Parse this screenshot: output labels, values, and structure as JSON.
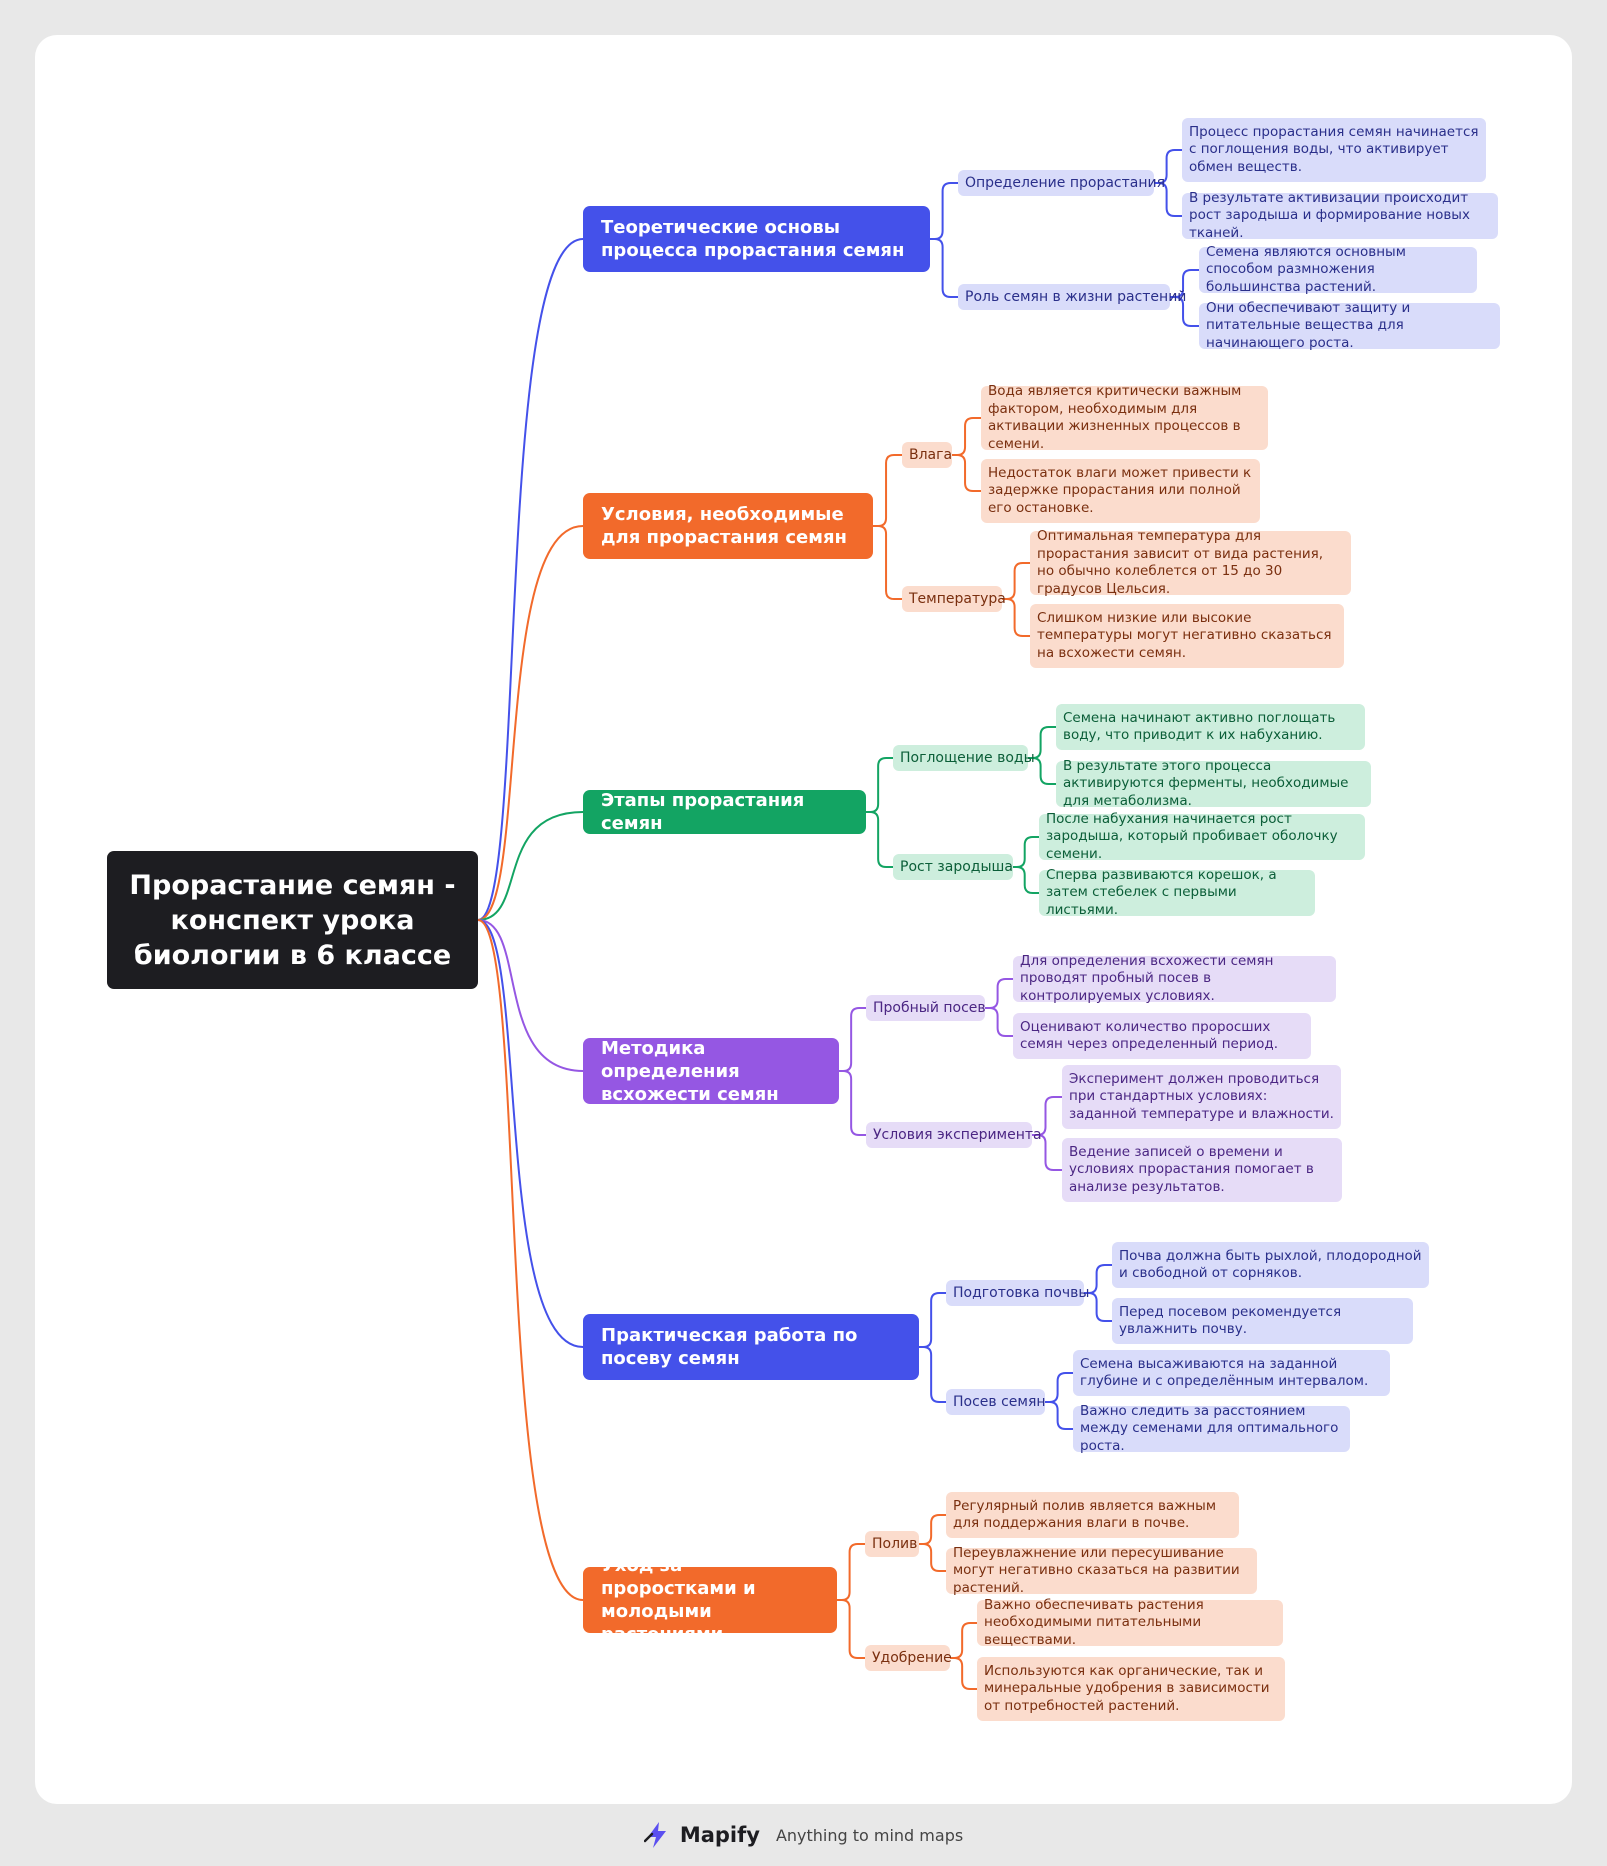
{
  "colors": {
    "blue": "#4451ea",
    "blue_light": "#d9dcfa",
    "blue_text": "#2a2f8a",
    "orange": "#f26a2b",
    "orange_light": "#fbdccd",
    "orange_text": "#7a2f0f",
    "green": "#13a463",
    "green_light": "#cdeedd",
    "green_text": "#0b5e38",
    "purple": "#9557e3",
    "purple_light": "#e6dcf7",
    "purple_text": "#4b2683",
    "root": "#1d1d21"
  },
  "root": {
    "title": "Прорастание семян - конспект урока биологии в 6 классе"
  },
  "branches": [
    {
      "title": "Теоретические основы процесса прорастания семян",
      "color": "blue",
      "subs": [
        {
          "title": "Определение прорастания",
          "leaves": [
            "Процесс прорастания семян начинается с поглощения воды, что активирует обмен веществ.",
            "В результате активизации происходит рост зародыша и формирование новых тканей."
          ]
        },
        {
          "title": "Роль семян в жизни растений",
          "leaves": [
            "Семена являются основным способом размножения большинства растений.",
            "Они обеспечивают защиту и питательные вещества для начинающего роста."
          ]
        }
      ]
    },
    {
      "title": "Условия, необходимые для прорастания семян",
      "color": "orange",
      "subs": [
        {
          "title": "Влага",
          "leaves": [
            "Вода является критически важным фактором, необходимым для активации жизненных процессов в семени.",
            "Недостаток влаги может привести к задержке прорастания или полной его остановке."
          ]
        },
        {
          "title": "Температура",
          "leaves": [
            "Оптимальная температура для прорастания зависит от вида растения, но обычно колеблется от 15 до 30 градусов Цельсия.",
            "Слишком низкие или высокие температуры могут негативно сказаться на всхожести семян."
          ]
        }
      ]
    },
    {
      "title": "Этапы прорастания семян",
      "color": "green",
      "subs": [
        {
          "title": "Поглощение воды",
          "leaves": [
            "Семена начинают активно поглощать воду, что приводит к их набуханию.",
            "В результате этого процесса активируются ферменты, необходимые для метаболизма."
          ]
        },
        {
          "title": "Рост зародыша",
          "leaves": [
            "После набухания начинается рост зародыша, который пробивает оболочку семени.",
            "Сперва развиваются корешок, а затем стебелек с первыми листьями."
          ]
        }
      ]
    },
    {
      "title": "Методика определения всхожести семян",
      "color": "purple",
      "subs": [
        {
          "title": "Пробный посев",
          "leaves": [
            "Для определения всхожести семян проводят пробный посев в контролируемых условиях.",
            "Оценивают количество проросших семян через определенный период."
          ]
        },
        {
          "title": "Условия эксперимента",
          "leaves": [
            "Эксперимент должен проводиться при стандартных условиях: заданной температуре и влажности.",
            "Ведение записей о времени и условиях прорастания помогает в анализе результатов."
          ]
        }
      ]
    },
    {
      "title": "Практическая работа по посеву семян",
      "color": "blue",
      "subs": [
        {
          "title": "Подготовка почвы",
          "leaves": [
            "Почва должна быть рыхлой, плодородной и свободной от сорняков.",
            "Перед посевом рекомендуется увлажнить почву."
          ]
        },
        {
          "title": "Посев семян",
          "leaves": [
            "Семена высаживаются на заданной глубине и с определённым интервалом.",
            "Важно следить за расстоянием между семенами для оптимального роста."
          ]
        }
      ]
    },
    {
      "title": "Уход за проростками и молодыми растениями",
      "color": "orange",
      "subs": [
        {
          "title": "Полив",
          "leaves": [
            "Регулярный полив является важным для поддержания влаги в почве.",
            "Переувлажнение или пересушивание могут негативно сказаться на развитии растений."
          ]
        },
        {
          "title": "Удобрение",
          "leaves": [
            "Важно обеспечивать растения необходимыми питательными веществами.",
            "Используются как органические, так и минеральные удобрения в зависимости от потребностей растений."
          ]
        }
      ]
    }
  ],
  "footer": {
    "brand": "Mapify",
    "tagline": "Anything to mind maps"
  }
}
